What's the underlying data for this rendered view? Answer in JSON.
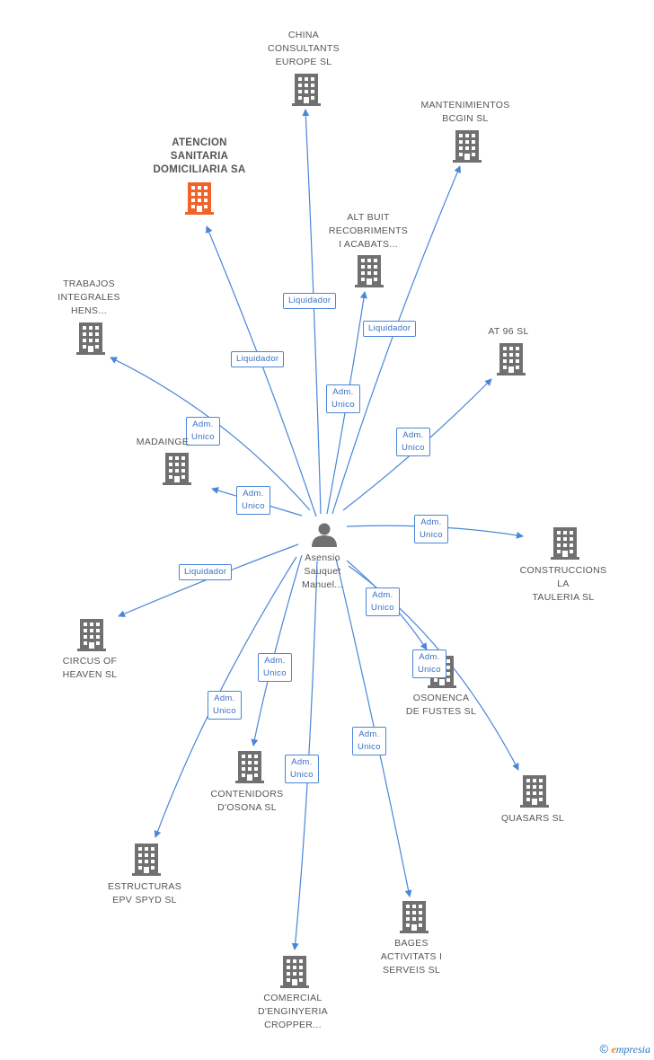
{
  "colors": {
    "edge": "#4a86d8",
    "building": "#707070",
    "building_main": "#f0642a",
    "person": "#707070"
  },
  "center": {
    "label": "Asensio\nSauquet\nManuel...",
    "icon": "person-icon"
  },
  "nodes": [
    {
      "id": "atencion",
      "label": "ATENCION\nSANITARIA\nDOMICILIARIA SA",
      "main": true,
      "icon": "building-icon"
    },
    {
      "id": "china",
      "label": "CHINA\nCONSULTANTS\nEUROPE SL",
      "icon": "building-icon"
    },
    {
      "id": "manten",
      "label": "MANTENIMIENTOS\nBCGIN SL",
      "icon": "building-icon"
    },
    {
      "id": "altbuit",
      "label": "ALT BUIT\nRECOBRIMENTS\nI ACABATS...",
      "icon": "building-icon"
    },
    {
      "id": "trabajos",
      "label": "TRABAJOS\nINTEGRALES\nHENS...",
      "icon": "building-icon"
    },
    {
      "id": "at96",
      "label": "AT 96 SL",
      "icon": "building-icon"
    },
    {
      "id": "madainge",
      "label": "MADAINGE",
      "icon": "building-icon"
    },
    {
      "id": "construccions",
      "label": "CONSTRUCCIONS\nLA\nTAULERIA  SL",
      "icon": "building-icon"
    },
    {
      "id": "circus",
      "label": "CIRCUS OF\nHEAVEN  SL",
      "icon": "building-icon"
    },
    {
      "id": "osonenca",
      "label": "OSONENCA\nDE FUSTES SL",
      "icon": "building-icon"
    },
    {
      "id": "quasars",
      "label": "QUASARS SL",
      "icon": "building-icon"
    },
    {
      "id": "contenidors",
      "label": "CONTENIDORS\nD'OSONA SL",
      "icon": "building-icon"
    },
    {
      "id": "estructuras",
      "label": "ESTRUCTURAS\nEPV SPYD SL",
      "icon": "building-icon"
    },
    {
      "id": "bages",
      "label": "BAGES\nACTIVITATS I\nSERVEIS SL",
      "icon": "building-icon"
    },
    {
      "id": "comercial",
      "label": "COMERCIAL\nD'ENGINYERIA\nCROPPER...",
      "icon": "building-icon"
    }
  ],
  "edges": [
    {
      "to": "atencion",
      "label": "Liquidador"
    },
    {
      "to": "china",
      "label": "Liquidador"
    },
    {
      "to": "manten",
      "label": "Liquidador"
    },
    {
      "to": "altbuit",
      "label": "Adm.\nUnico"
    },
    {
      "to": "trabajos",
      "label": "Adm.\nUnico"
    },
    {
      "to": "at96",
      "label": "Adm.\nUnico"
    },
    {
      "to": "madainge",
      "label": "Adm.\nUnico"
    },
    {
      "to": "construccions",
      "label": "Adm.\nUnico"
    },
    {
      "to": "circus",
      "label": "Liquidador"
    },
    {
      "to": "osonenca",
      "label": "Adm.\nUnico"
    },
    {
      "to": "quasars",
      "label": "Adm.\nUnico"
    },
    {
      "to": "contenidors",
      "label": "Adm.\nUnico"
    },
    {
      "to": "estructuras",
      "label": "Adm.\nUnico"
    },
    {
      "to": "bages",
      "label": "Adm.\nUnico"
    },
    {
      "to": "comercial",
      "label": "Adm.\nUnico"
    }
  ],
  "footer": {
    "copyright": "©",
    "brand_first": "e",
    "brand_rest": "mpresia"
  }
}
